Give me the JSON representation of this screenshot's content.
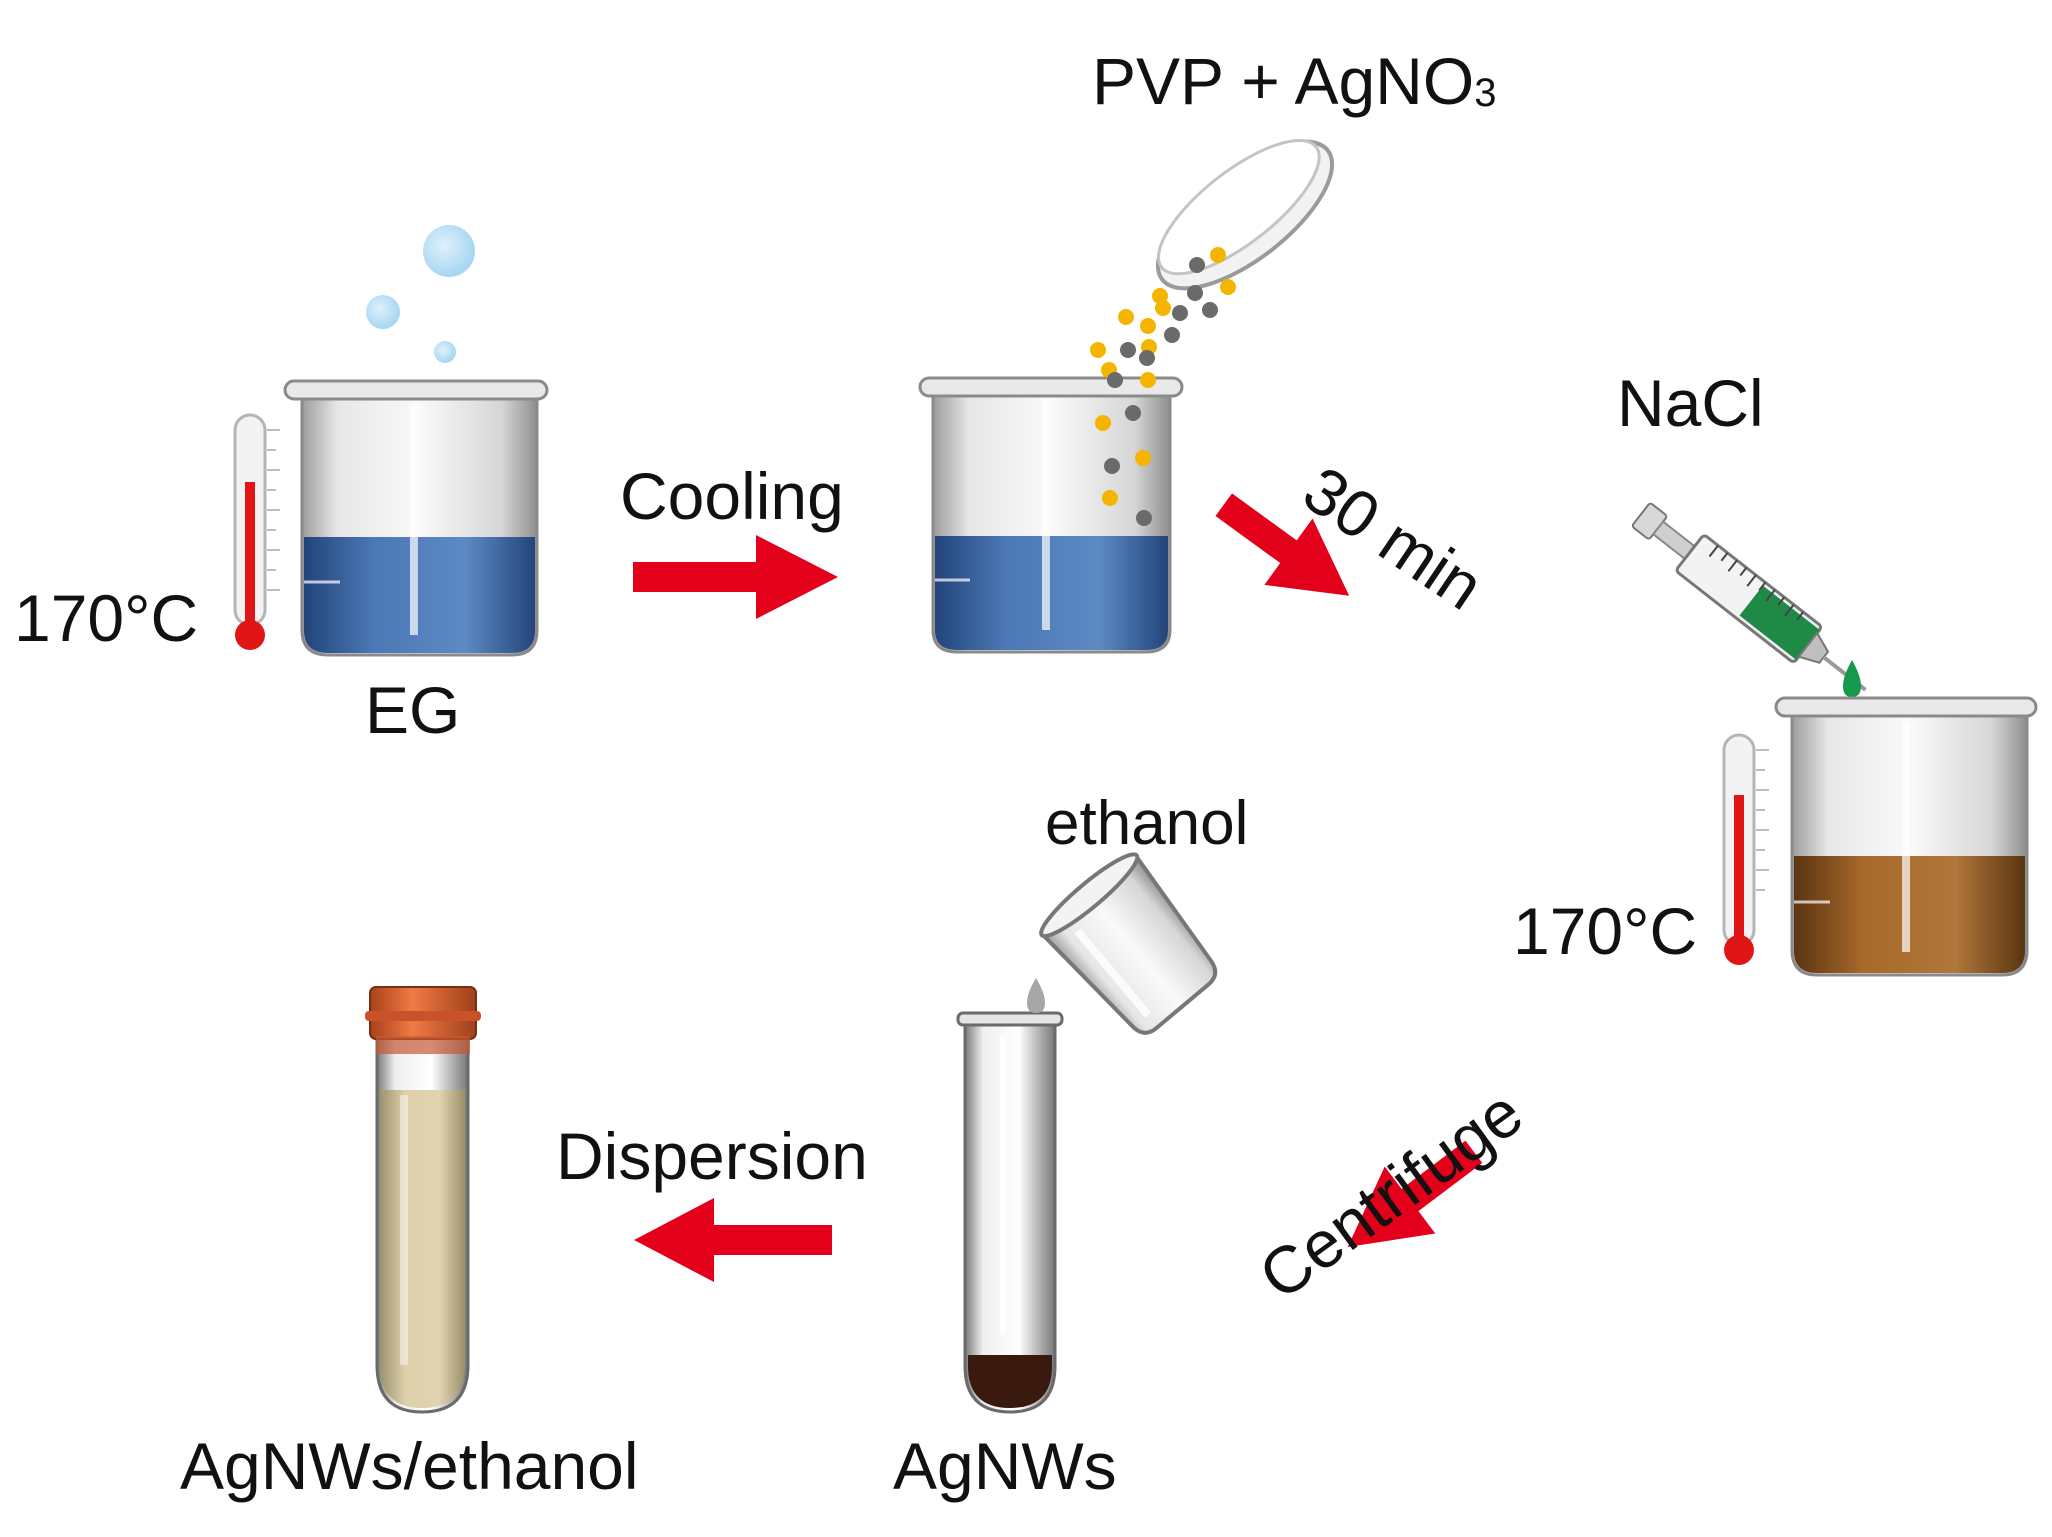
{
  "labels": {
    "temp_left": "170°C",
    "eg": "EG",
    "cooling": "Cooling",
    "pvp_agno3": "PVP + AgNO",
    "pvp_agno3_sub": "3",
    "thirty_min": "30 min",
    "nacl": "NaCl",
    "temp_right": "170°C",
    "ethanol": "ethanol",
    "centrifuge": "Centrifuge",
    "dispersion": "Dispersion",
    "agnws": "AgNWs",
    "agnws_ethanol": "AgNWs/ethanol"
  },
  "colors": {
    "arrow": "#e3001b",
    "eg_liquid": "#3d6aa6",
    "reaction_liquid": "#9a5f26",
    "thermometer": "#e01616",
    "particle_gold": "#f4b400",
    "particle_gray": "#6a6a6a",
    "nacl_drop": "#149a4a",
    "cap": "#e0622e",
    "dispersion_liquid": "#d8cba4",
    "sediment": "#3a1a0e"
  }
}
